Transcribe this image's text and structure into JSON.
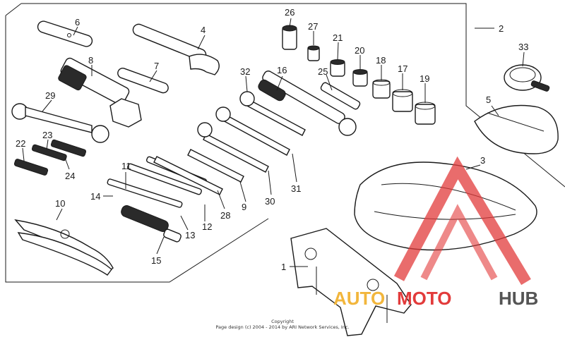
{
  "callouts": [
    "1",
    "2",
    "3",
    "4",
    "5",
    "6",
    "7",
    "8",
    "9",
    "10",
    "11",
    "12",
    "13",
    "14",
    "15",
    "16",
    "17",
    "18",
    "19",
    "20",
    "21",
    "22",
    "23",
    "24",
    "25",
    "26",
    "27",
    "28",
    "29",
    "30",
    "31",
    "32",
    "33"
  ],
  "copyright": {
    "line1": "Copyright",
    "line2": "Page design (c) 2004 - 2014 by ARI Network Services, Inc."
  },
  "watermark": {
    "auto": "AUTO",
    "moto": "MOTO",
    "hub": "HUB",
    "colors": {
      "auto": "#f2b63c",
      "moto": "#e23b3b",
      "hub": "#555555",
      "triangle": "#e23b3b"
    }
  }
}
